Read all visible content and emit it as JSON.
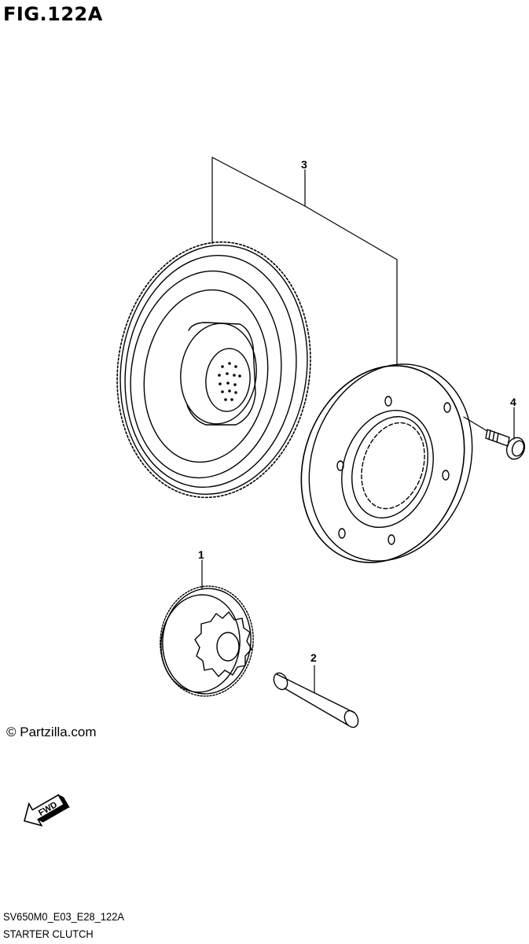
{
  "figure_title": "FIG.122A",
  "watermark": "© Partzilla.com",
  "diagram_code": "SV650M0_E03_E28_122A",
  "diagram_name": "STARTER CLUTCH",
  "fwd_label": "FWD",
  "callouts": [
    {
      "number": "1",
      "part": "starter-idle-gear"
    },
    {
      "number": "2",
      "part": "idle-gear-shaft"
    },
    {
      "number": "3",
      "part": "starter-clutch-assembly"
    },
    {
      "number": "4",
      "part": "clutch-bolt"
    }
  ]
}
